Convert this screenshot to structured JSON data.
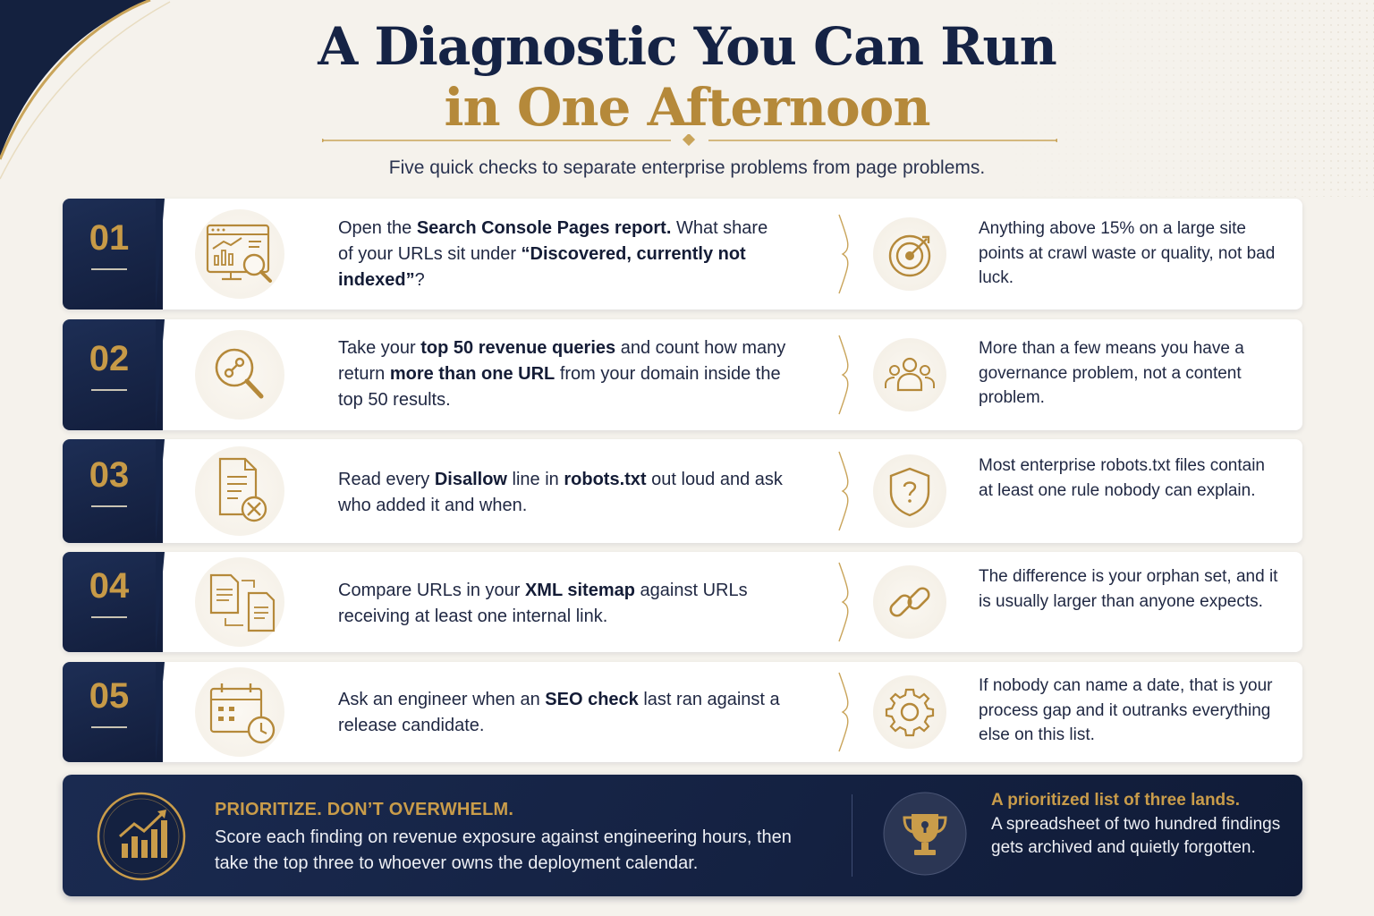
{
  "header": {
    "title_line1": "A Diagnostic You Can Run",
    "title_line2": "in One Afternoon",
    "subtitle": "Five quick checks to separate enterprise problems from page problems."
  },
  "colors": {
    "navy": "#152345",
    "gold": "#b5893a",
    "background": "#f5f2ec"
  },
  "checks": [
    {
      "number": "01",
      "icon": "analytics-search-icon",
      "text_parts": [
        {
          "t": "Open the ",
          "b": false
        },
        {
          "t": "Search Console Pages report.",
          "b": true
        },
        {
          "t": " What share of your URLs sit under ",
          "b": false
        },
        {
          "t": "“Discovered, currently not indexed”",
          "b": true
        },
        {
          "t": "?",
          "b": false
        }
      ],
      "result_icon": "target-icon",
      "result": "Anything above 15% on a large site points at crawl waste or quality, not bad luck."
    },
    {
      "number": "02",
      "icon": "magnifier-link-icon",
      "text_parts": [
        {
          "t": "Take your ",
          "b": false
        },
        {
          "t": "top 50 revenue queries",
          "b": true
        },
        {
          "t": " and count how many return ",
          "b": false
        },
        {
          "t": "more than one URL",
          "b": true
        },
        {
          "t": " from your domain inside the top 50 results.",
          "b": false
        }
      ],
      "result_icon": "people-group-icon",
      "result": "More than a few means you have a governance problem, not a content problem."
    },
    {
      "number": "03",
      "icon": "document-blocked-icon",
      "text_parts": [
        {
          "t": "Read every ",
          "b": false
        },
        {
          "t": "Disallow",
          "b": true
        },
        {
          "t": " line in ",
          "b": false
        },
        {
          "t": "robots.txt",
          "b": true
        },
        {
          "t": " out loud and ask who added it and when.",
          "b": false
        }
      ],
      "result_icon": "shield-question-icon",
      "result": "Most enterprise robots.txt files contain at least one rule nobody can explain."
    },
    {
      "number": "04",
      "icon": "documents-compare-icon",
      "text_parts": [
        {
          "t": "Compare URLs in your ",
          "b": false
        },
        {
          "t": "XML sitemap",
          "b": true
        },
        {
          "t": " against URLs receiving at least one internal link.",
          "b": false
        }
      ],
      "result_icon": "chain-link-icon",
      "result": "The difference is your orphan set, and it is usually larger than anyone expects."
    },
    {
      "number": "05",
      "icon": "calendar-clock-icon",
      "text_parts": [
        {
          "t": "Ask an engineer when an ",
          "b": false
        },
        {
          "t": "SEO check",
          "b": true
        },
        {
          "t": " last ran against a release candidate.",
          "b": false
        }
      ],
      "result_icon": "gear-icon",
      "result": "If nobody can name a date, that is your process gap and it outranks everything else on this list."
    }
  ],
  "banner": {
    "icon": "growth-chart-icon",
    "heading": "PRIORITIZE. DON’T OVERWHELM.",
    "body": "Score each finding on revenue exposure against engineering hours, then take the top three to whoever owns the deployment calendar.",
    "right_icon": "trophy-icon",
    "right_heading": "A prioritized list of three lands.",
    "right_body": "A spreadsheet of two hundred findings gets archived and quietly forgotten."
  }
}
